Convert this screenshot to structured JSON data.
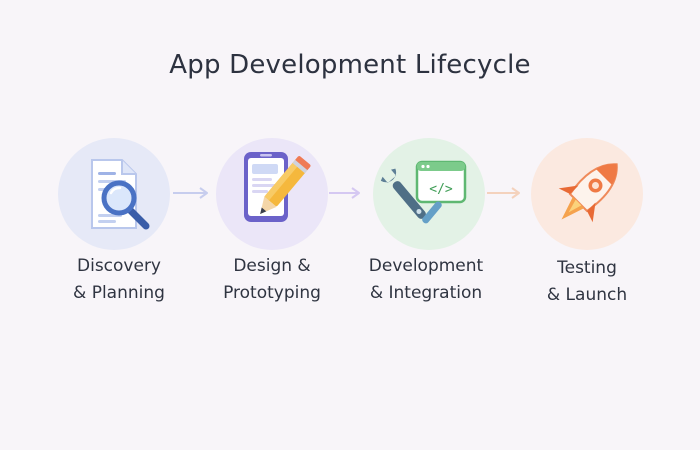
{
  "title": "App Development Lifecycle",
  "stages": [
    {
      "line1": "Discovery",
      "line2": "& Planning",
      "icon": "document-magnifier-icon",
      "bg": "#e6e9f7"
    },
    {
      "line1": "Design &",
      "line2": "Prototyping",
      "icon": "phone-pencil-icon",
      "bg": "#ebe6f8"
    },
    {
      "line1": "Development",
      "line2": "& Integration",
      "icon": "wrench-code-icon",
      "bg": "#e3f2e6"
    },
    {
      "line1": "Testing",
      "line2": "& Launch",
      "icon": "rocket-icon",
      "bg": "#fbe9e0"
    }
  ],
  "colors": {
    "arrow_1": "#c7cdee",
    "arrow_2": "#d5c8f2",
    "arrow_3": "#f4d2bd"
  }
}
